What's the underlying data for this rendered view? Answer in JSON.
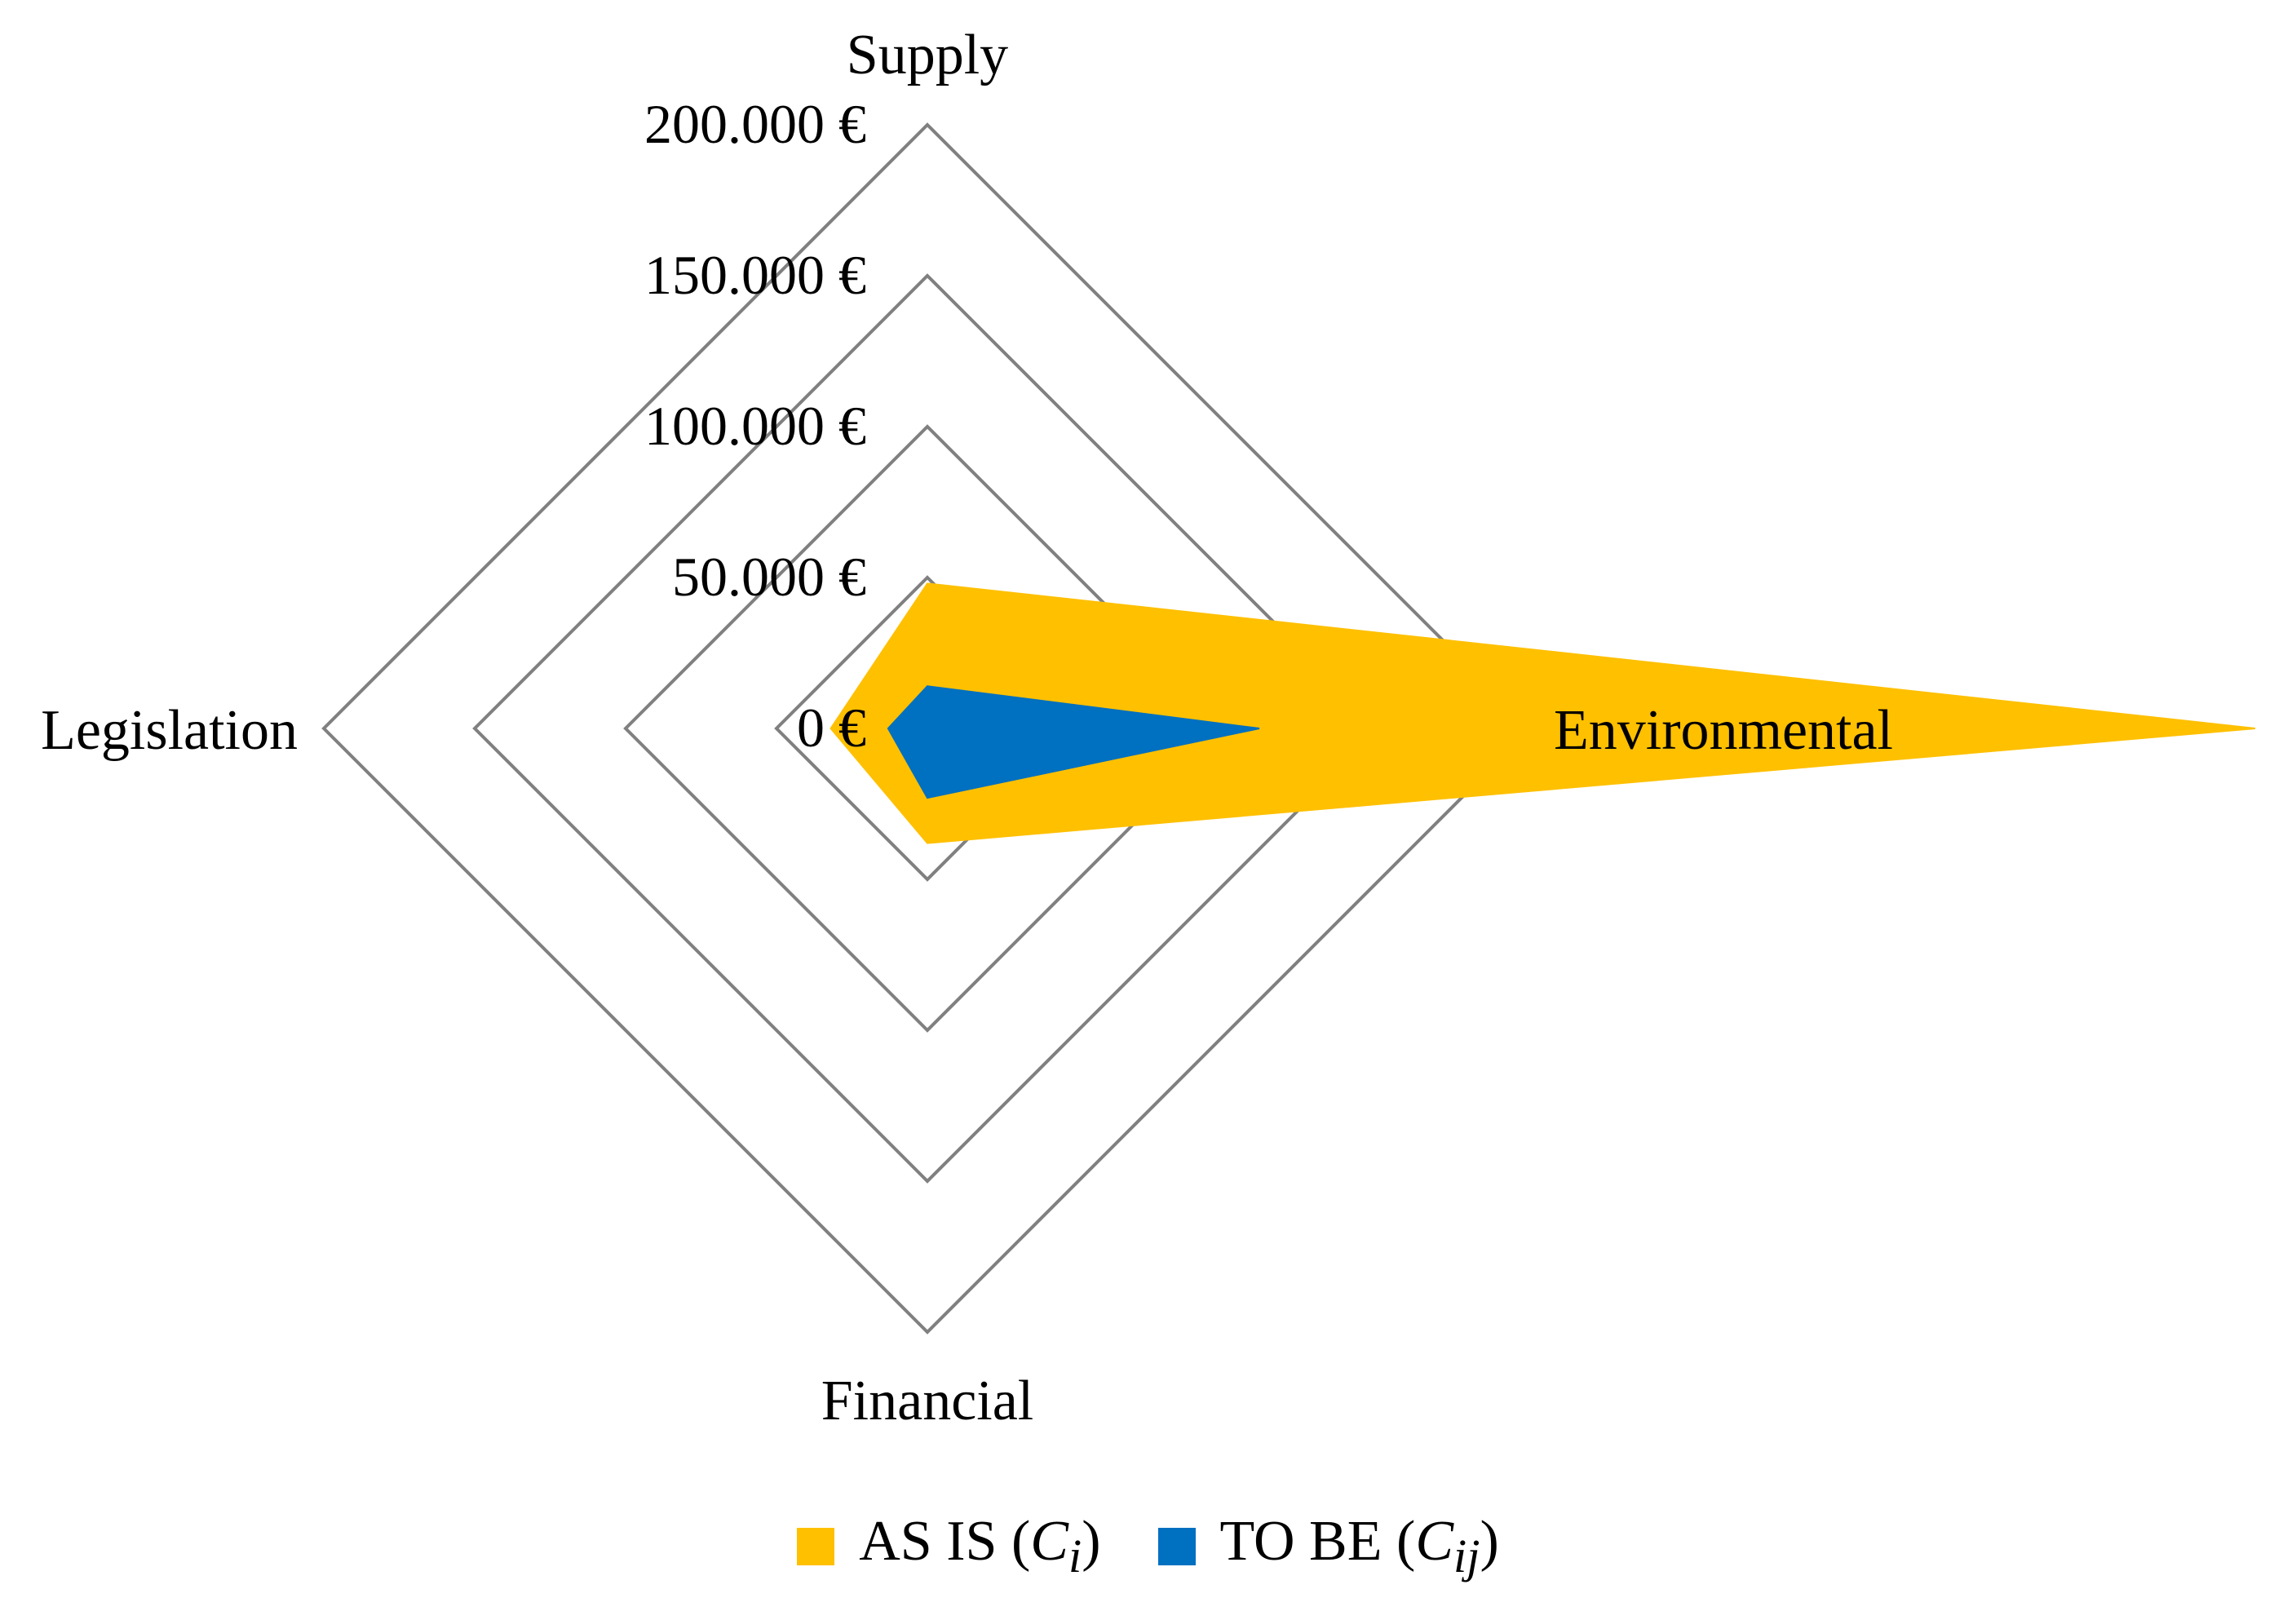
{
  "chart_data": {
    "type": "radar",
    "title": "",
    "axes": [
      "Supply",
      "Environmental",
      "Financial",
      "Legislation"
    ],
    "tick_labels": [
      "0 €",
      "50.000 €",
      "100.000 €",
      "150.000 €",
      "200.000 €"
    ],
    "tick_values": [
      0,
      50000,
      100000,
      150000,
      200000
    ],
    "range": [
      0,
      200000
    ],
    "grid": true,
    "legend_position": "bottom",
    "series": [
      {
        "name": "AS IS (Ci)",
        "name_main": "AS IS (",
        "name_italic": "C",
        "name_sub": "i",
        "name_end": ")",
        "color": "#FFC000",
        "values": [
          48000,
          440000,
          38000,
          32000
        ]
      },
      {
        "name": "TO BE (Cij)",
        "name_main": "TO BE (",
        "name_italic": "C",
        "name_sub": "ij",
        "name_end": ")",
        "color": "#0070C0",
        "values": [
          14000,
          110000,
          23000,
          13000
        ]
      }
    ]
  }
}
